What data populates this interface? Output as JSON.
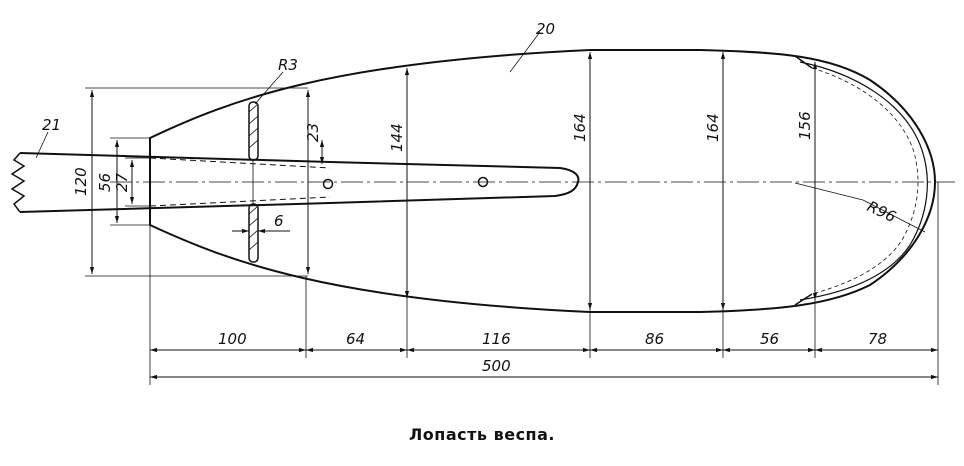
{
  "caption": "Лопасть веспа.",
  "callouts": {
    "blade_part": "20",
    "handle_part": "21",
    "radius_small": "R3",
    "radius_tip": "R96"
  },
  "dimensions": {
    "length_segments": [
      "100",
      "64",
      "116",
      "86",
      "56",
      "78"
    ],
    "total_length": "500",
    "widths": [
      "120",
      "56",
      "27",
      "23",
      "6",
      "144",
      "164",
      "164",
      "156"
    ]
  }
}
